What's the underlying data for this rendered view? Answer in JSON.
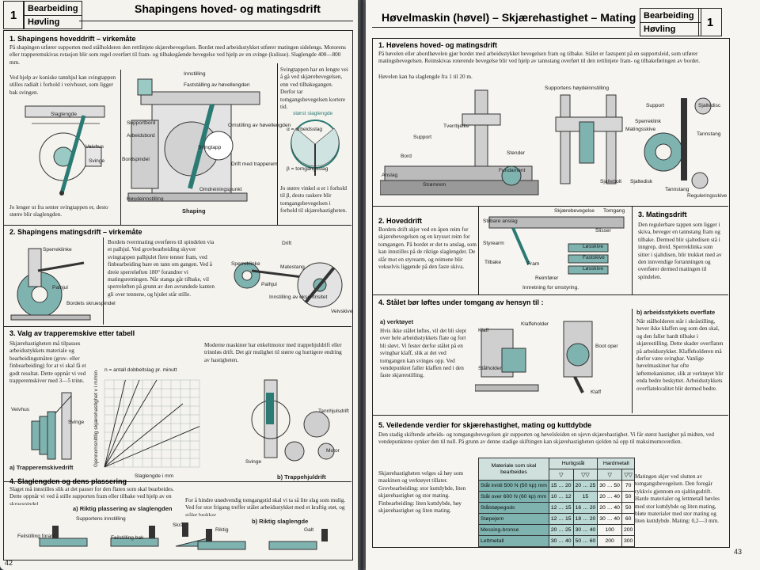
{
  "left_page": {
    "chapter": "1",
    "tags": [
      "Bearbeiding",
      "Høvling"
    ],
    "title": "Shapingens hoved- og matingsdrift",
    "page_number": "42",
    "s1": {
      "heading": "1. Shapingens hoveddrift – virkemåte",
      "intro": "På shapingen utfører supporten med stålholderen den rettlinjete skjærebevegelsen. Bordet med arbeidsstykket utfører matingen sidelengs. Motorens eller trapperemskivas rotasjon blir som regel overført til fram- og tilbakegående bevegelse ved hjelp av en svinge (kulisse). Slaglengde 400—800 mm.",
      "left_text": "Ved hjelp av koniske tannhjul kan svingtappen stilles radialt i forhold i veivhuset, som ligger bak svingen.",
      "left_bottom": "Jo lenger ut fra senter svingtappen er, desto større blir slaglengden.",
      "right_text": "Svingtappen har en lengre vei å gå ved skjærebevegelsen, enn ved tilbakegangen. Derfor tar tomgangsbevegelsen kortere tid.",
      "right_bottom": "Jo større vinkel α er i forhold til β, desto raskere blir tomgangsbevegelsen i forhold til skjærehastigheten.",
      "fig_caption": "Shaping",
      "labels_left": [
        "Slaglengde",
        "Veivhus",
        "Svinge"
      ],
      "labels_mid": [
        "Innstilling",
        "Fastställing av høvellengden",
        "Supportbord",
        "Arbeidsbord",
        "Svingtapp",
        "Bordspindel",
        "Omstilling av høvellengden",
        "Drift med trapperem",
        "Omdreiningspunkt",
        "Høydeinnstilling"
      ],
      "labels_right": [
        "størst slaglengde",
        "α = arbeidsslag",
        "β = tomgangsslag"
      ]
    },
    "s2": {
      "heading": "2. Shapingens matingsdrift – virkemåte",
      "text": "Bordets tverrmating overføres til spindelen via et palhjul. Ved grovbearbeiding skyver svingtappen palhjulet flere tenner fram, ved finbearbeiding bare en tann om gangen. Ved å dreie sperreløften 180° forandrer vi matingsretningen. Når stanga går tilbake, vil sperreløften på grunn av den avrundede kanten gli over tennene, og hjulet står stille.",
      "labels": [
        "Sperreklinke",
        "Palhjul",
        "Bordets skruespindel",
        "Drift",
        "Matestang",
        "Palhjul",
        "Innstilling av eksentrisitet",
        "Veivskive"
      ]
    },
    "s3": {
      "heading": "3. Valg av trapperemskive etter tabell",
      "text": "Skjærehastigheten må tilpasses arbeidsstykkets materiale og bearbeidingsmåten (grov- eller finbearbeiding) for at vi skal få et godt resultat. Dette oppnår vi ved trapperemskiver med 3—5 trinn.",
      "right_text": "Moderne maskiner har enkeltmotor med trappehjuldrift eller trinnløs drift. Det gir mulighet til større og hurtigere endring av hastigheten.",
      "chart_top": "n = antall dobbeltslag pr. minutt",
      "chart_ylabel": "Gjennomsnittlig skjærehastighet v i m/min",
      "chart_xlabel": "Slaglengde i mm",
      "cap_a": "a) Trapperemskivedrift",
      "cap_b": "b) Trappehjuldrift",
      "labels_a": [
        "Veivhus",
        "Svinge"
      ],
      "labels_b": [
        "Tannhjulsdrift",
        "Svinge",
        "Motor"
      ]
    },
    "s4": {
      "heading": "4. Slaglengden og dens plassering",
      "text": "Slaget må innstilles slik at det passer for den flaten som skal bearbeides. Dette oppnår vi ved å stille supporten fram eller tilbake ved hjelp av en skruespindel.",
      "right_text": "For å hindre unødvendig tomgangstid skal vi ta så lite slag som mulig. Ved for stor frigang treffer stålet arbeidsstykket med et kraftig støt, og stålet brekker.",
      "cap_a": "a) Riktig plassering av slaglengden",
      "cap_b": "b) Riktig slaglengde",
      "labels": [
        "Supportens innstilling",
        "Feilstilling foran",
        "Feilstilling bak",
        "Skrå",
        "Riktig",
        "Galt"
      ]
    }
  },
  "right_page": {
    "chapter": "1",
    "tags": [
      "Bearbeiding",
      "Høvling"
    ],
    "title": "Høvelmaskin (høvel) – Skjærehastighet – Mating",
    "page_number": "43",
    "s1": {
      "heading": "1. Høvelens hoved- og matingsdrift",
      "text": "På høvelen eller abordhøvelen gjør bordet med arbeidsstykket bevegelsen fram og tilbake. Stålet er fastspent på en supportsleid, som utfører matingsbevegelsen. Reimskivas roterende bevegelse blir ved hjelp av tannstang overført til den rettlinjete fram- og tilbakeføringen av bordet.",
      "text2": "Høvelen kan ha slaglengde fra 1 til 20 m.",
      "labels": [
        "Support",
        "Tverrbjelke",
        "Bord",
        "Stender",
        "Anslag",
        "Strømrem",
        "Fundament",
        "Supportens høydeinnstilling",
        "Sjaltebolt",
        "Support",
        "Sjaltedisc",
        "Sperreklink",
        "Matingsskive",
        "Tannstang",
        "Sjaltedisk",
        "Tannstang",
        "Reguleringsskive"
      ]
    },
    "s2": {
      "heading": "2. Hoveddrift",
      "text": "Bordets drift skjer ved en åpen reim for skjærebevegelsen og en krysset reim for tomgangen. På bordet er det to anslag, som kan innstilles på de riktige slaglengder. De slår mot en styrearm, og reimene blir vekselvis liggende på den faste skiva.",
      "fig_caption": "Innretning for omstyring.",
      "labels": [
        "Skjærebevegelse",
        "Tomgang",
        "Stilbare anslag",
        "Styrearm",
        "Tilbake",
        "Fram",
        "Løsskive",
        "Fastskive",
        "Løsskive",
        "Reimfører",
        "Slisser"
      ]
    },
    "s3": {
      "heading": "3. Matingsdrift",
      "text": "Den regulerbare tappen som ligger i skiva, beveger en tannstang fram og tilbake. Dermed blir sjaltedisen stå i inngrep, dreid. Sperreklinka som sitter i sjaltdisen, blir trukket med av den innvendige fortanningen og overfører dermed matingen til spindelen."
    },
    "s4": {
      "heading": "4. Stålet bør løftes under tomgang av hensyn til :",
      "a_head": "a) verktøyet",
      "a_text": "Hvis ikke stålet løftes, vil det bli slept over hele arbeidsstykkets flate og fort bli sløvt. Vi fester derfor stålet på en svingbar klaff, slik at det ved tomgangen kan svinges opp. Ved vendepunktet faller klaffen ned i den faste skjærestilling.",
      "b_head": "b) arbeidsstykkets overflate",
      "b_text": "Når stålholderen står i skråstilling, hever ikke klaffen seg som den skal, og den faller hardt tilbake i skjærestilling. Dette skader overflaten på arbeidsstykket. Klaffeholderen må derfor være svingbar. Vanlige høvelmaskiner har ofte løftemekanismer, slik at verktøyet blir enda bedre beskyttet. Arbeidsstykkets overflatekvalitet blir dermed bedre.",
      "labels": [
        "Klaff",
        "Klaffeholder",
        "Stålholder",
        "Boot oper",
        "Klaff"
      ]
    },
    "s5": {
      "heading": "5. Veiledende verdier for skjærehastighet, mating og kuttdybde",
      "intro": "Den stadig skiftende arbeids- og tomgangsbevegelsen gir supporten og høvelsleiden en ujevn skjærehastighet. Vi får størst hastighet på midten, ved vendepunktene synker den til null. På grunn av denne stadige skiftingen kan skjærehastigheten sjelden nå opp til maksimumsverdien.",
      "left_text": "Skjærehastigheten velges så høy som maskinen og verktøyet tillater. Grovbearbeiding: stor kuttdybde, liten skjærehastighet og stor mating. Finbearbeiding: liten kuttdybde, høy skjærehastighet og liten mating.",
      "right_text": "Matingen skjer ved slutten av tomgangsbevegelsen. Den foregår rykkvis gjennom en sjaltingsdrift. Harde materialer og lettmetall høvles med stor kuttdybde og liten mating, bløte materialer med stor mating og liten kuttdybde. Mating: 0,2—3 mm.",
      "table": {
        "col_material": "Materiale som skal bearbeides",
        "col_hurtig": "Hurtigstål",
        "col_hard": "Hardmetall",
        "rows": [
          [
            "Stål inntil 500 N (50 kp) mm",
            "15 … 20",
            "20 … 25",
            "30 … 50",
            "70"
          ],
          [
            "Stål over 600 N (60 kp) mm",
            "10 … 12",
            "15",
            "20 … 40",
            "50"
          ],
          [
            "Stålstøpegods",
            "12 … 15",
            "16 … 20",
            "20 … 40",
            "50"
          ],
          [
            "Støpejern",
            "12 … 15",
            "18 … 20",
            "30 … 40",
            "60"
          ],
          [
            "Messing-bronse",
            "20 … 25",
            "30 … 40",
            "100",
            "200"
          ],
          [
            "Lettmetall",
            "30 … 40",
            "50 … 60",
            "200",
            "300"
          ]
        ]
      }
    }
  }
}
